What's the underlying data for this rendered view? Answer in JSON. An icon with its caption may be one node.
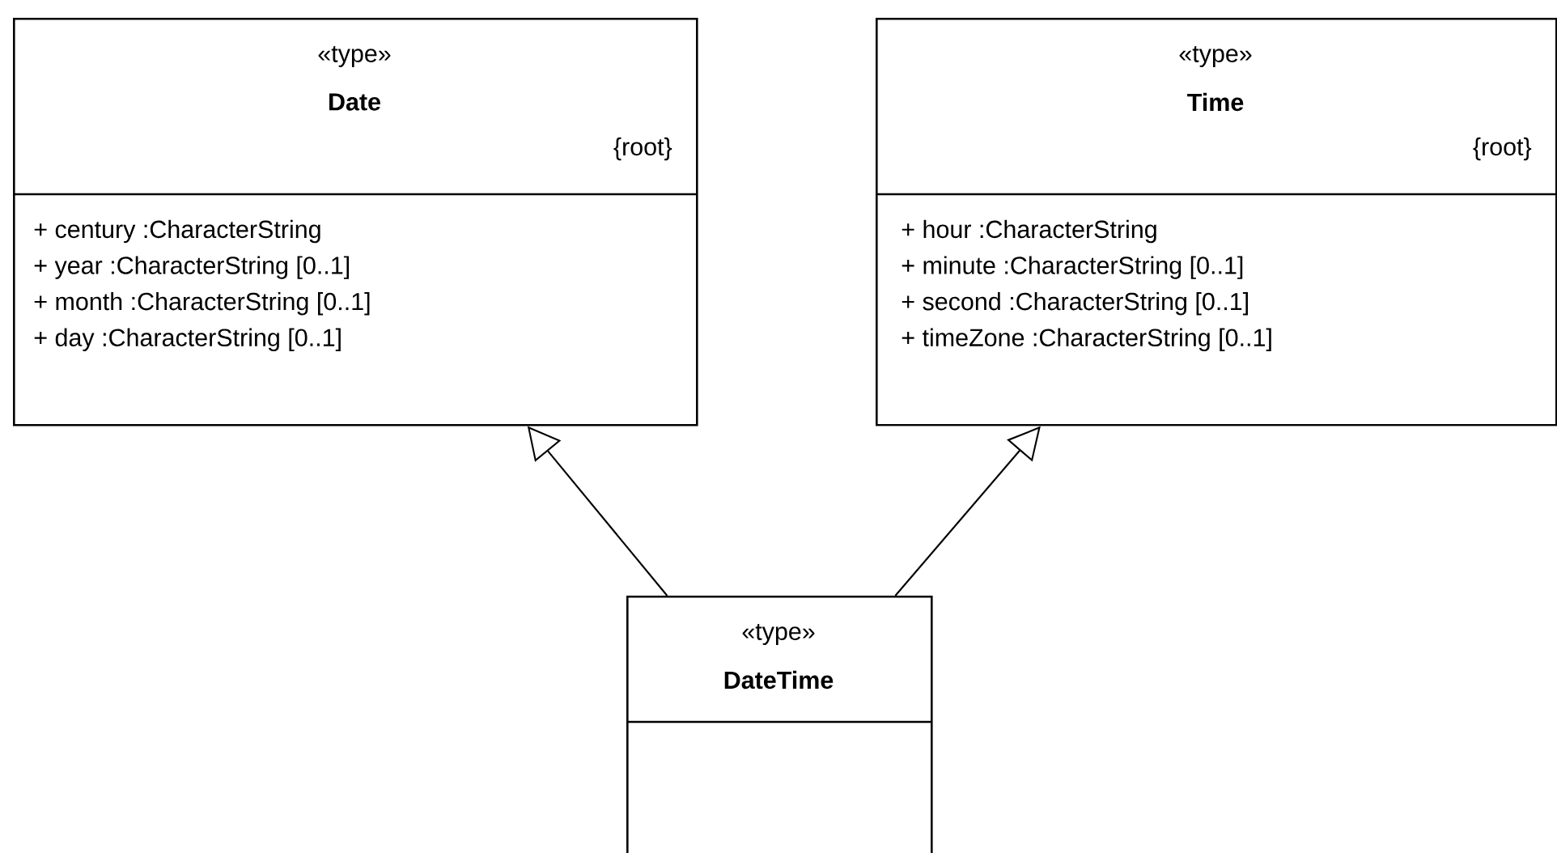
{
  "diagram": {
    "nodes": [
      {
        "text": [
          "«type»",
          "Date",
          "{root}",
          "+ century :CharacterString",
          "+ year :CharacterString [0..1]",
          "+ month :CharacterString [0..1]",
          "+ day :CharacterString [0..1]"
        ]
      },
      {
        "text": [
          "«type»",
          "Time",
          "{root}",
          "+ hour :CharacterString",
          "+ minute :CharacterString [0..1]",
          "+ second :CharacterString [0..1]",
          "+ timeZone :CharacterString [0..1]"
        ]
      },
      {
        "text": [
          "«type»",
          "DateTime"
        ]
      }
    ],
    "edges": [
      {
        "from": 2,
        "to": 0,
        "arrow": "to"
      },
      {
        "from": 2,
        "to": 1,
        "arrow": "to"
      }
    ]
  }
}
